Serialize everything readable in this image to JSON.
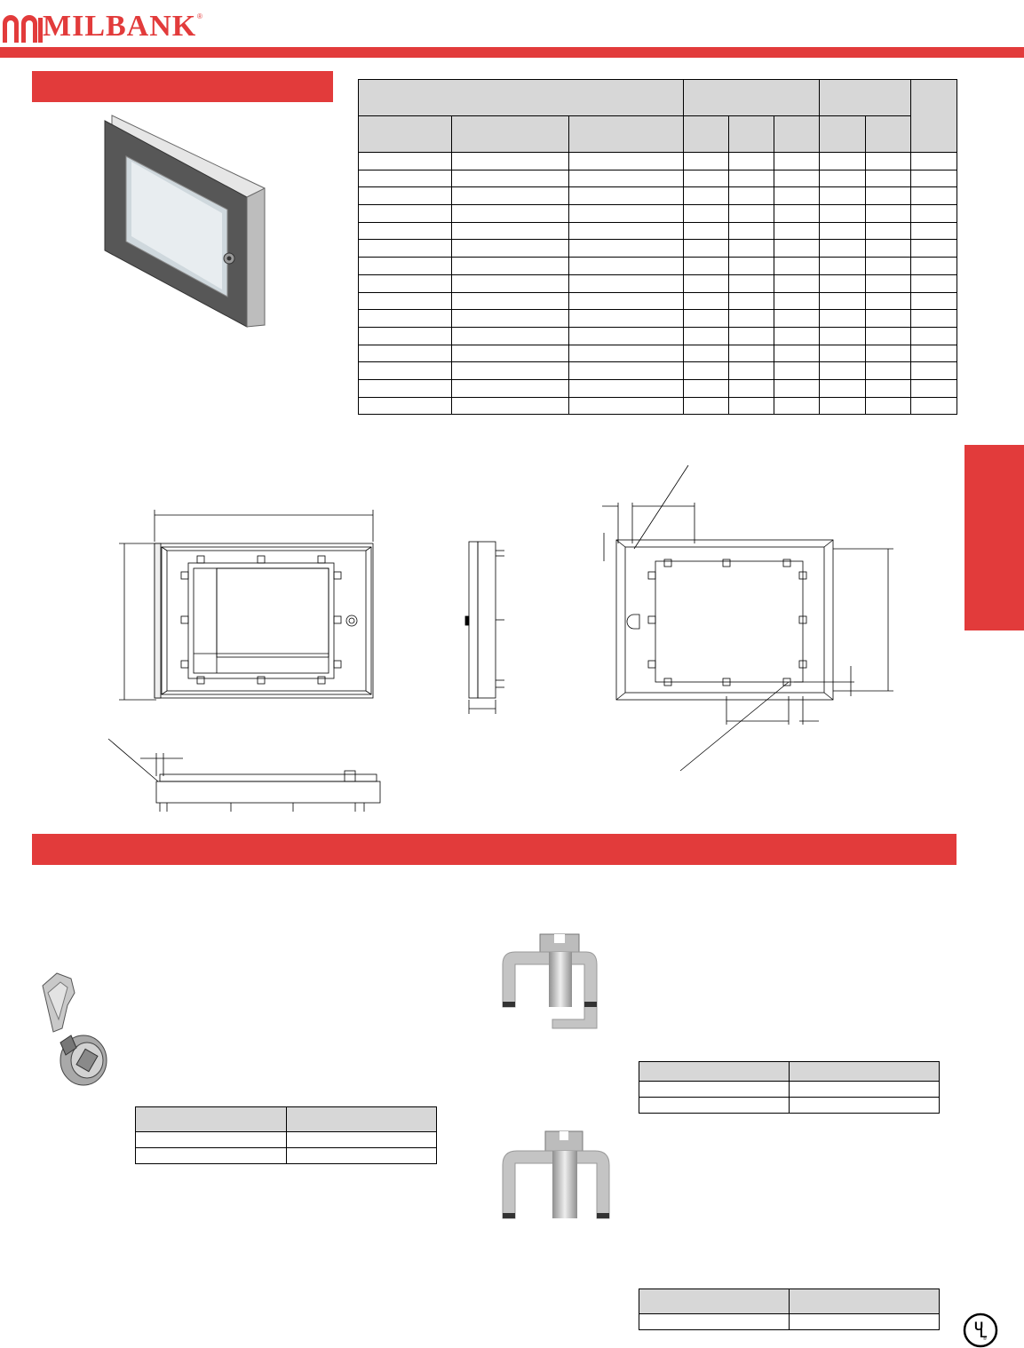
{
  "header": {
    "brand": "MILBANK",
    "registered_mark": "®",
    "brand_color": "#e23b3b"
  },
  "spec_table": {
    "body_rows": 15,
    "columns": 9
  },
  "accessory_tables": {
    "latch": {
      "body_rows": 2
    },
    "clamp_upper": {
      "body_rows": 2
    },
    "clamp_lower": {
      "body_rows": 1
    }
  },
  "certification": {
    "mark": "UL",
    "registered_mark": "®"
  }
}
